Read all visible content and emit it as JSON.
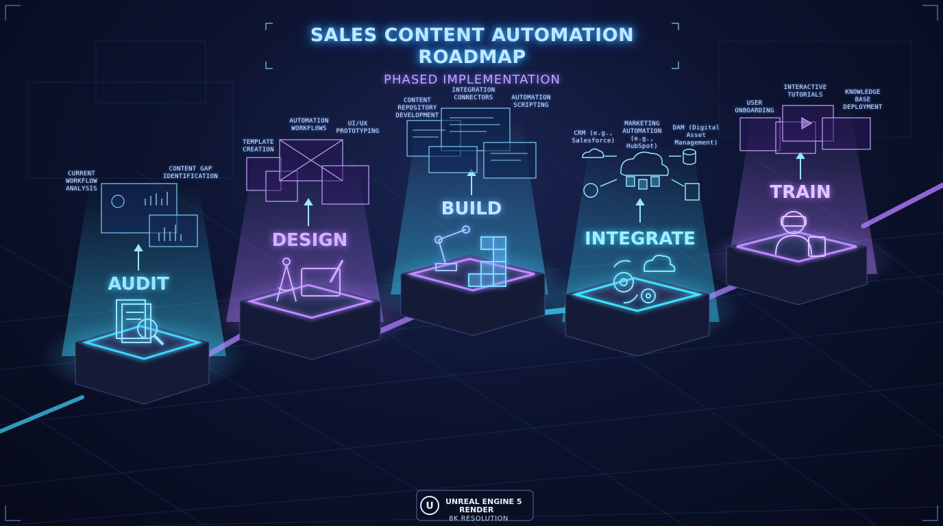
{
  "header": {
    "title": "SALES CONTENT AUTOMATION ROADMAP",
    "subtitle": "PHASED IMPLEMENTATION"
  },
  "colors": {
    "cyan": "#3fd6ff",
    "violet": "#b07bff",
    "blue": "#4a8cff",
    "background": "#0b1128"
  },
  "phases": [
    {
      "label": "AUDIT",
      "color": "#7fd8ff",
      "icon": "document-magnifier-icon",
      "callouts": [
        "CURRENT WORKFLOW ANALYSIS",
        "CONTENT GAP IDENTIFICATION"
      ]
    },
    {
      "label": "DESIGN",
      "color": "#c79bff",
      "icon": "compass-tablet-icon",
      "callouts": [
        "TEMPLATE CREATION",
        "AUTOMATION WORKFLOWS",
        "UI/UX PROTOTYPING"
      ]
    },
    {
      "label": "BUILD",
      "color": "#7fd8ff",
      "icon": "robot-arm-blocks-icon",
      "callouts": [
        "CONTENT REPOSITORY DEVELOPMENT",
        "INTEGRATION CONNECTORS",
        "AUTOMATION SCRIPTING"
      ]
    },
    {
      "label": "INTEGRATE",
      "color": "#7fe6ff",
      "icon": "gears-cloud-icon",
      "callouts": [
        "CRM (e.g., Salesforce)",
        "MARKETING AUTOMATION (e.g., HubSpot)",
        "DAM (Digital Asset Management)"
      ]
    },
    {
      "label": "TRAIN",
      "color": "#d9b5ff",
      "icon": "vr-headset-user-icon",
      "callouts": [
        "USER ONBOARDING",
        "INTERACTIVE TUTORIALS",
        "KNOWLEDGE BASE DEPLOYMENT"
      ]
    }
  ],
  "footer": {
    "engine_line1": "UNREAL ENGINE 5",
    "engine_line2": "RENDER",
    "resolution": "8K RESOLUTION"
  }
}
